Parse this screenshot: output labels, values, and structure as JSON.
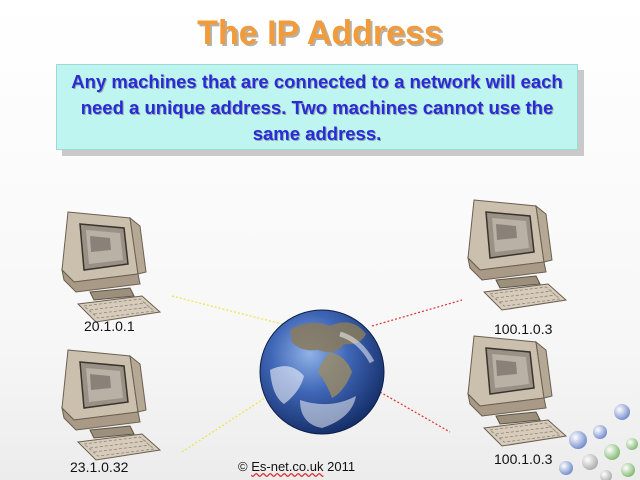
{
  "slide": {
    "title": "The IP Address",
    "callout": "Any machines that are connected to a network will each need a unique address. Two machines cannot use the same address.",
    "copyright_symbol": "©",
    "copyright_site": "Es-net.co.uk",
    "copyright_year": "2011"
  },
  "computers": [
    {
      "ip": "20.1.0.1"
    },
    {
      "ip": "23.1.0.32"
    },
    {
      "ip": "100.1.0.3"
    },
    {
      "ip": "100.1.0.3"
    }
  ],
  "colors": {
    "title": "#f29b3a",
    "callout_bg": "#bff5f0",
    "callout_text": "#2b2bd6",
    "link_left": "#f2e04a",
    "link_right": "#e03030"
  },
  "icons": {
    "globe": "earth-globe-icon",
    "computer": "desktop-computer-icon",
    "decoration": "bubble-cluster-icon"
  }
}
